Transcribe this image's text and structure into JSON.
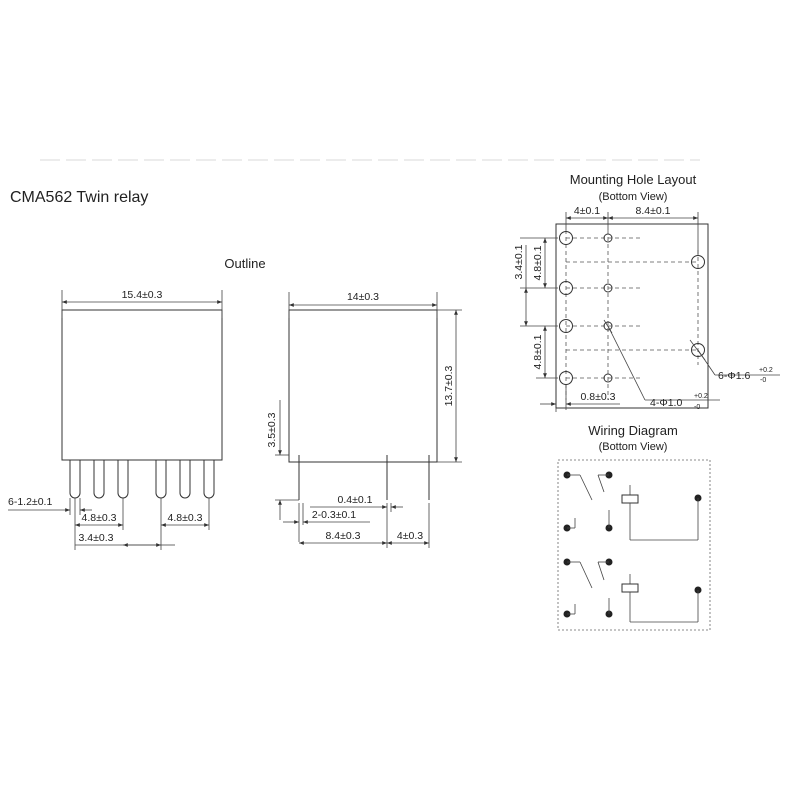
{
  "title": "CMA562 Twin relay",
  "outline": {
    "label": "Outline",
    "front": {
      "width": "15.4±0.3",
      "pins": "6-1.2±0.1",
      "pitch_left": "4.8±0.3",
      "pitch_right": "4.8±0.3",
      "center_gap": "3.4±0.3"
    },
    "side": {
      "width": "14±0.3",
      "height": "13.7±0.3",
      "pin_length": "3.5±0.3",
      "pin_thickness": "0.4±0.1",
      "pin_width": "2-0.3±0.1",
      "pin_spacing": "8.4±0.3",
      "pin_offset": "4±0.3"
    }
  },
  "mounting": {
    "title": "Mounting Hole Layout",
    "view": "(Bottom View)",
    "dim_top_left": "4±0.1",
    "dim_top_right": "8.4±0.1",
    "dim_left_outer": "3.4±0.1",
    "dim_left_inner_top": "4.8±0.1",
    "dim_left_inner_bottom": "4.8±0.1",
    "dim_bottom": "0.8±0.3",
    "hole_large": "6-Φ1.6",
    "hole_large_tol_up": "+0.2",
    "hole_large_tol_down": "-0",
    "hole_small": "4-Φ1.0",
    "hole_small_tol_up": "+0.2",
    "hole_small_tol_down": "-0"
  },
  "wiring": {
    "title": "Wiring Diagram",
    "view": "(Bottom View)"
  }
}
